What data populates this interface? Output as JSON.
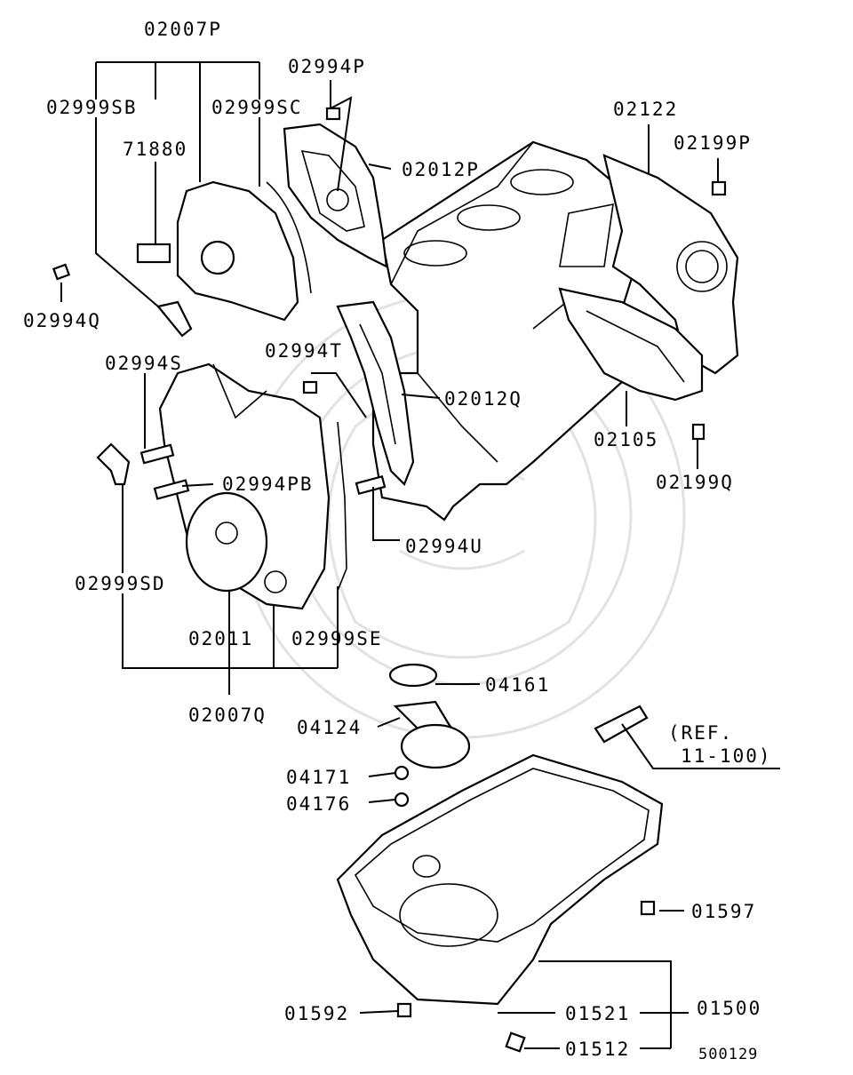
{
  "labels": {
    "p02007P": "02007P",
    "p02994P": "02994P",
    "p02999SB": "02999SB",
    "p02999SC": "02999SC",
    "p71880": "71880",
    "p02012P": "02012P",
    "p02122": "02122",
    "p02199P": "02199P",
    "p02994Q": "02994Q",
    "p02994T": "02994T",
    "p02994S": "02994S",
    "p02012Q": "02012Q",
    "p02105": "02105",
    "p02199Q": "02199Q",
    "p02994PB": "02994PB",
    "p02994U": "02994U",
    "p02999SD": "02999SD",
    "p02011": "02011",
    "p02999SE": "02999SE",
    "p02007Q": "02007Q",
    "p04161": "04161",
    "p04124": "04124",
    "ref_line1": "(REF.",
    "ref_line2": "11-100)",
    "p04171": "04171",
    "p04176": "04176",
    "p01597": "01597",
    "p01592": "01592",
    "p01521": "01521",
    "p01500": "01500",
    "p01512": "01512",
    "diagram_id": "500129"
  }
}
